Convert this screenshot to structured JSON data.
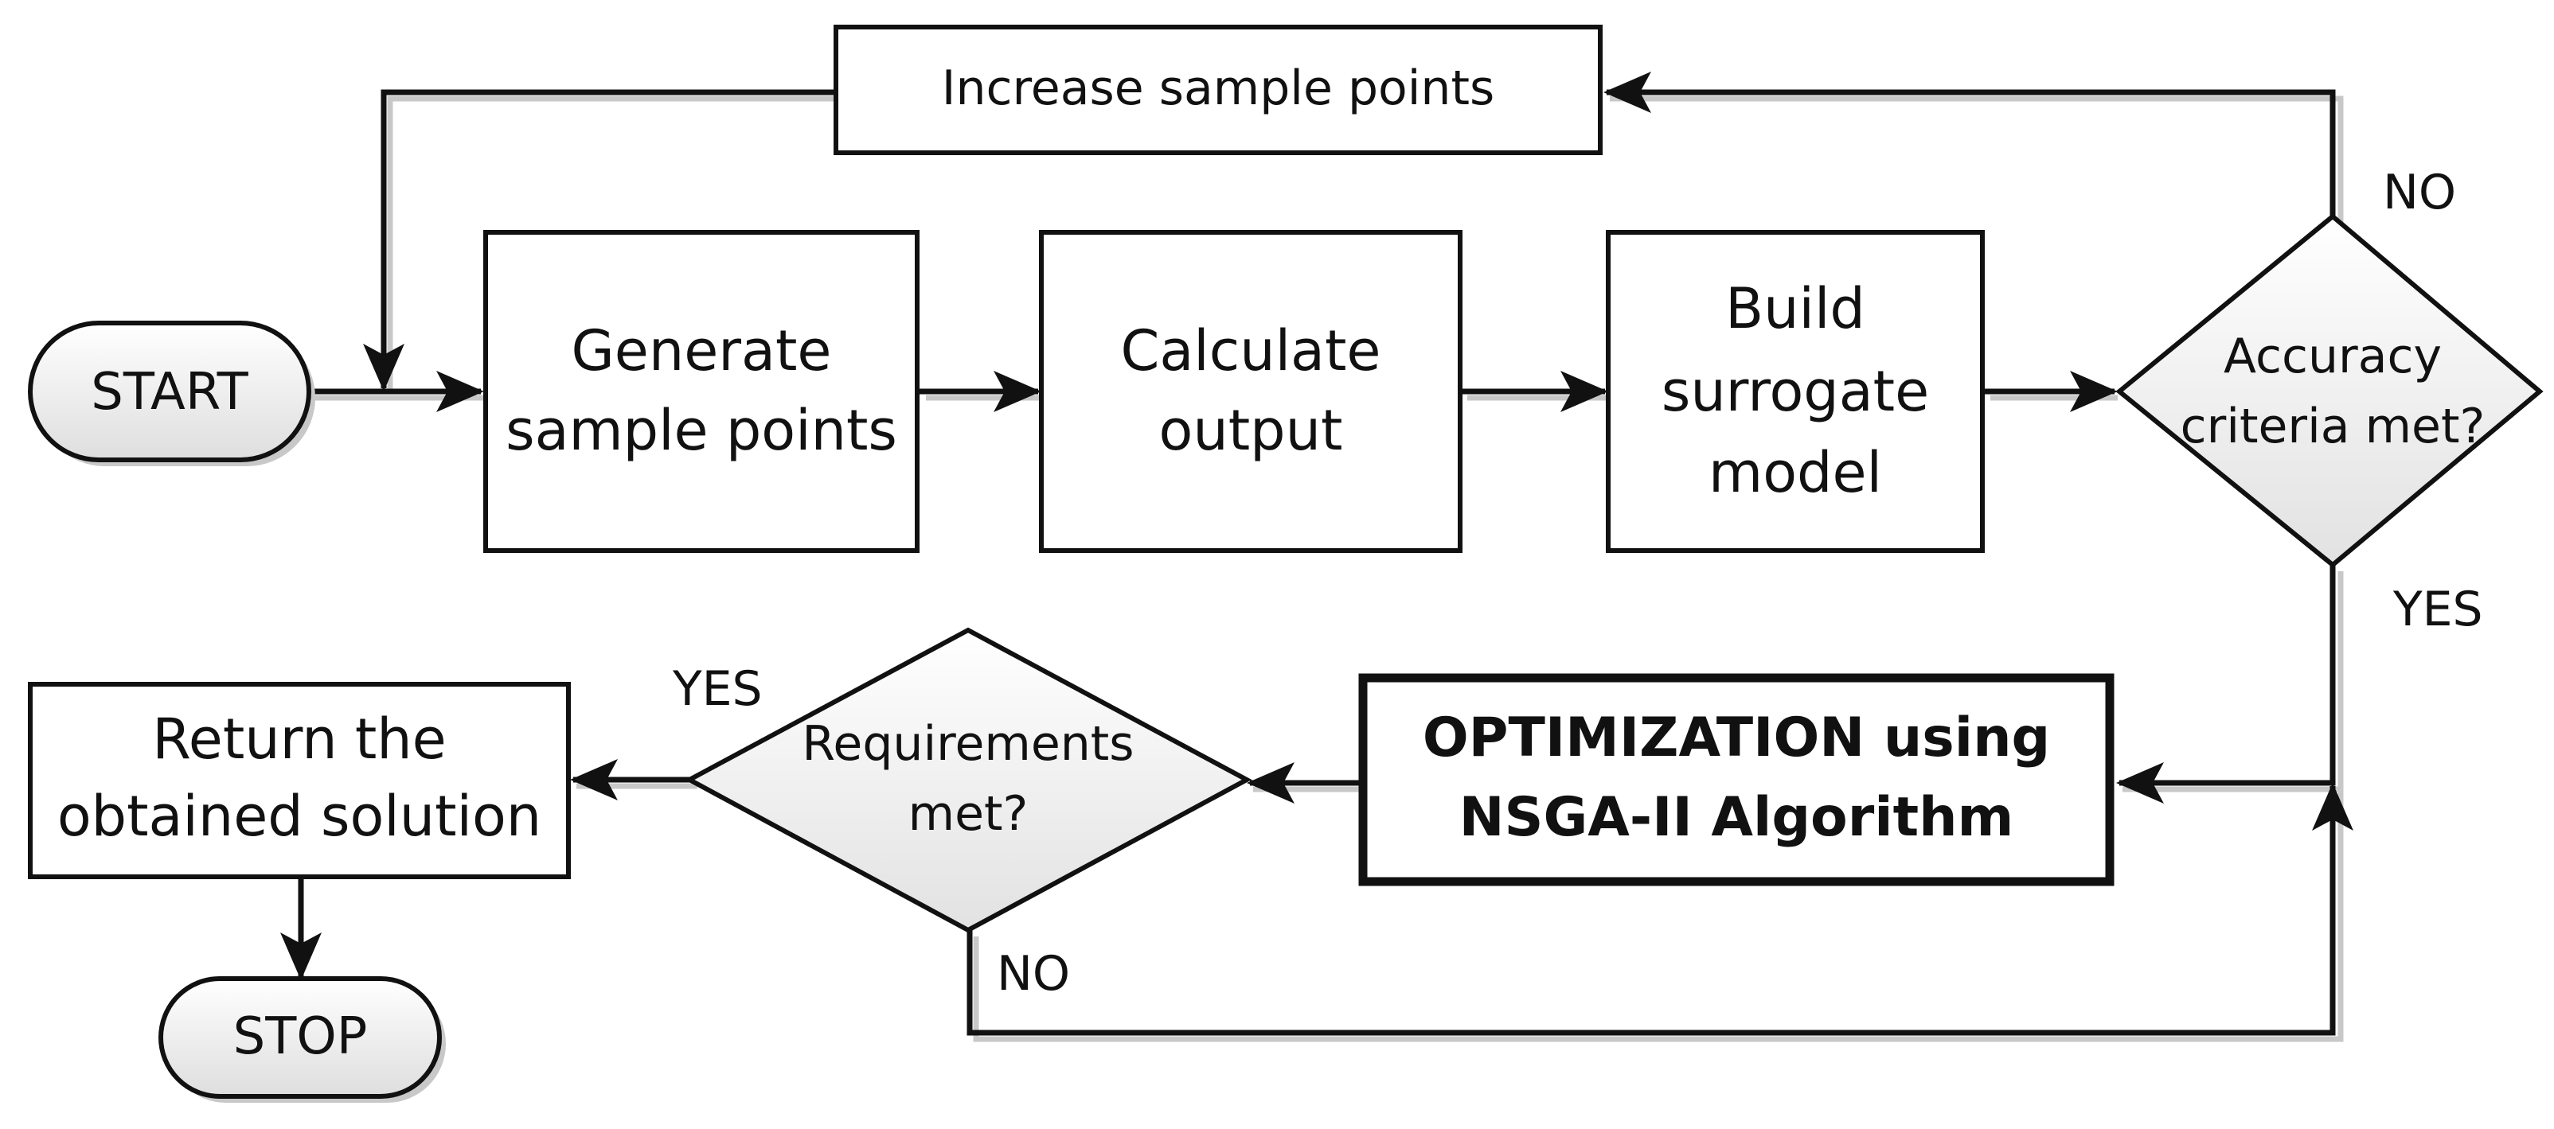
{
  "nodes": {
    "start": "START",
    "generate": [
      "Generate",
      "sample points"
    ],
    "calculate": [
      "Calculate",
      "output"
    ],
    "build": [
      "Build",
      "surrogate",
      "model"
    ],
    "accuracy": [
      "Accuracy",
      "criteria met?"
    ],
    "increase": "Increase sample points",
    "optimization": [
      "OPTIMIZATION using",
      "NSGA-II Algorithm"
    ],
    "requirements": [
      "Requirements",
      "met?"
    ],
    "return": [
      "Return the",
      "obtained solution"
    ],
    "stop": "STOP"
  },
  "edge_labels": {
    "accuracy_no": "NO",
    "accuracy_yes": "YES",
    "requirements_yes": "YES",
    "requirements_no": "NO"
  }
}
